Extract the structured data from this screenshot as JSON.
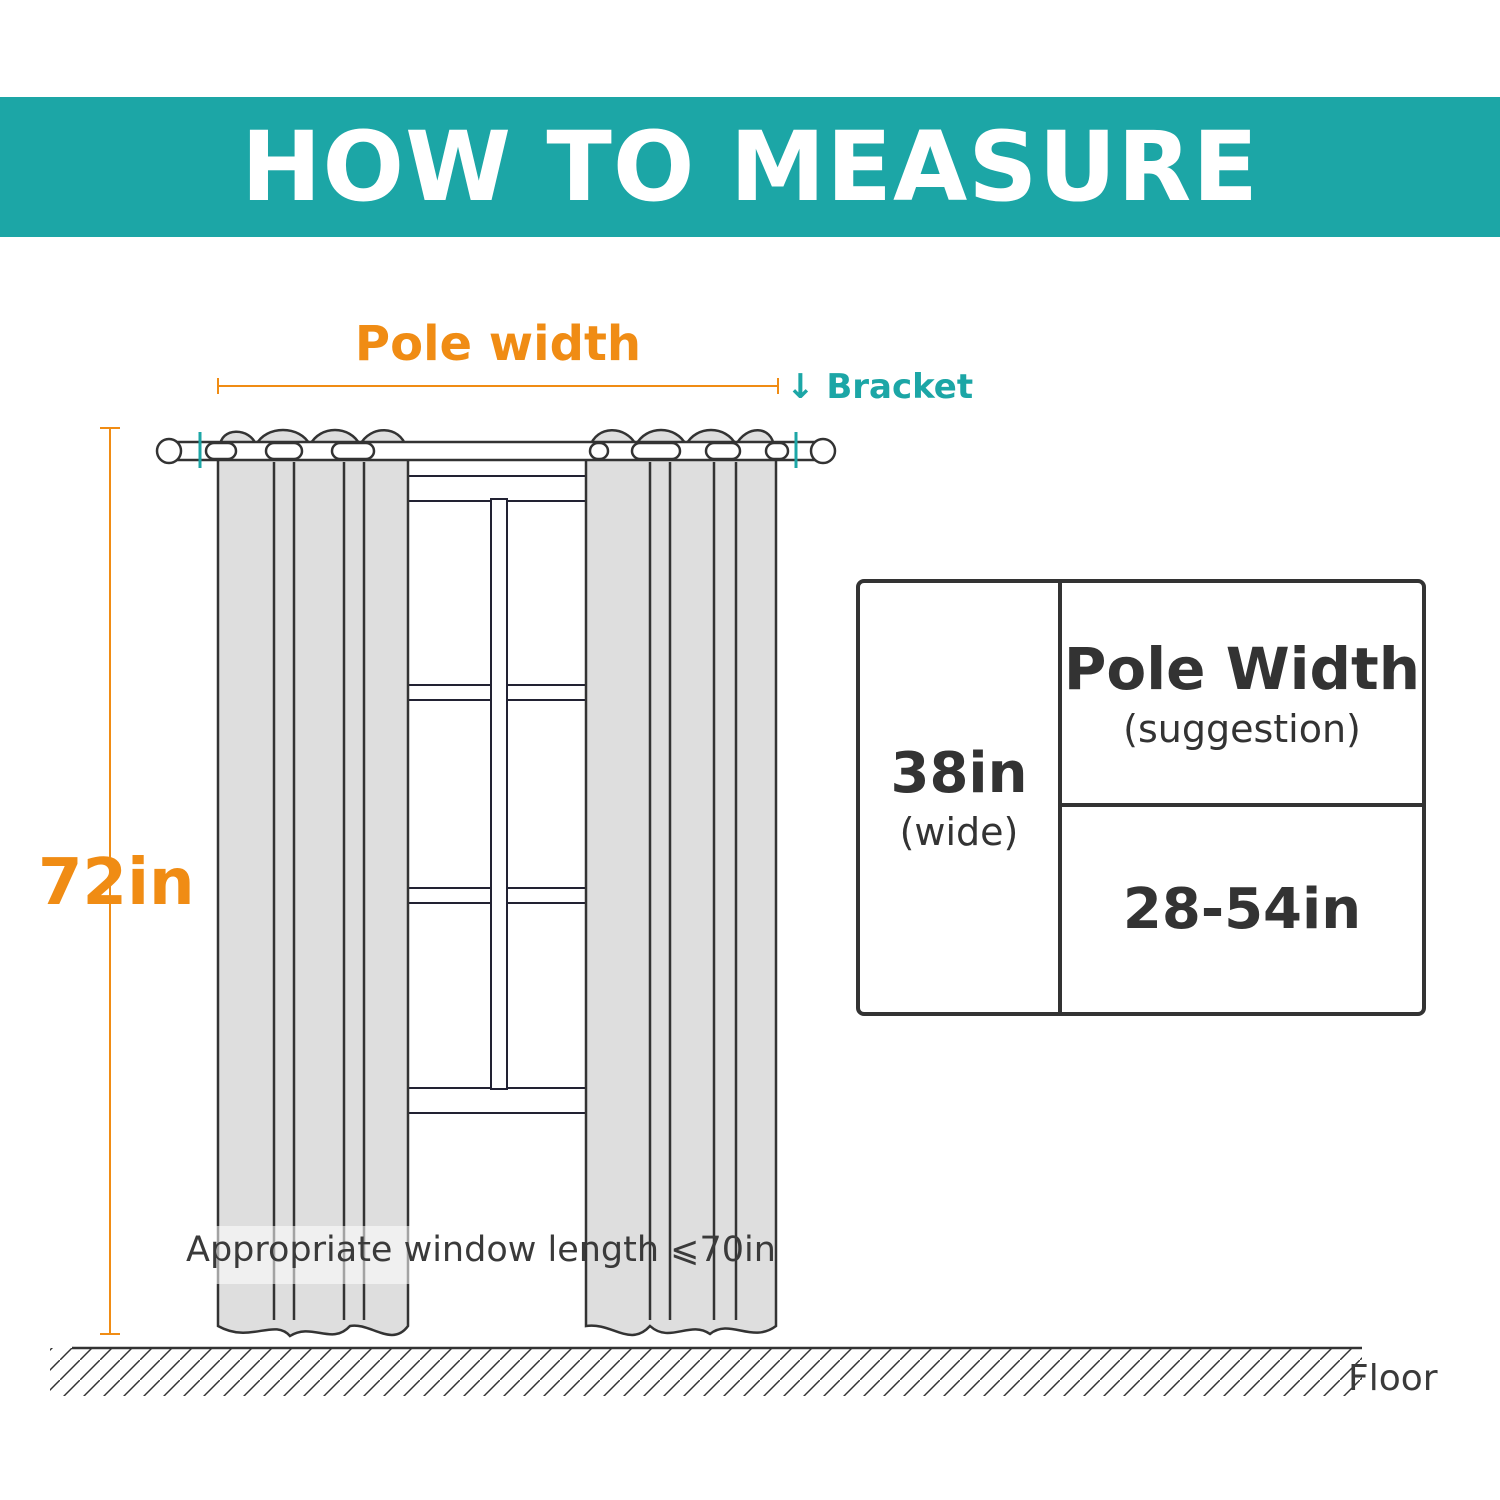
{
  "banner": {
    "title": "HOW TO MEASURE"
  },
  "diagram": {
    "pole_width_label": "Pole width",
    "bracket_label": "↓ Bracket",
    "height_label": "72in",
    "window_length_label": "Appropriate window length ⩽70in",
    "floor_label": "Floor"
  },
  "spec_table": {
    "width_value": "38in",
    "width_note": "(wide)",
    "header_title": "Pole Width",
    "header_note": "(suggestion)",
    "range_value": "28-54in"
  },
  "colors": {
    "banner": "#1ca6a6",
    "accent_orange": "#f08c14",
    "accent_teal": "#1ca6a6",
    "curtain_fill": "#dedede",
    "line_dark": "#333333"
  }
}
